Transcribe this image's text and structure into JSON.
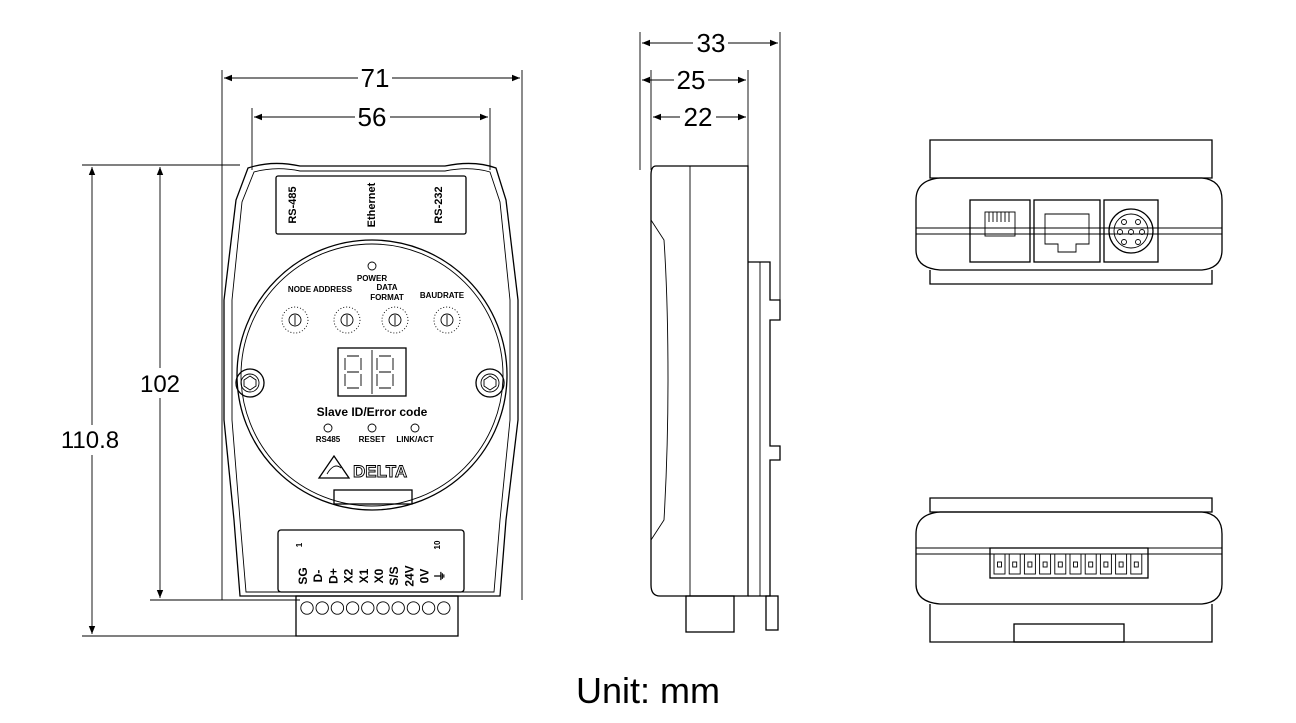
{
  "dimensions": {
    "front_width_outer": "71",
    "front_width_inner": "56",
    "height_body": "102",
    "height_total": "110.8",
    "side_depth_total": "33",
    "side_depth_mid": "25",
    "side_depth_inner": "22"
  },
  "front_panel": {
    "ports": [
      "RS-485",
      "Ethernet",
      "RS-232"
    ],
    "power_label": "POWER",
    "switch_labels": {
      "node_address": "NODE  ADDRESS",
      "data_format": "DATA\nFORMAT",
      "data_format_line1": "DATA",
      "data_format_line2": "FORMAT",
      "baudrate": "BAUDRATE"
    },
    "display_caption": "Slave  ID/Error  code",
    "led_labels": [
      "RS485",
      "RESET",
      "LINK/ACT"
    ],
    "brand": "DELTA",
    "terminal_numbers": [
      "1",
      "10"
    ],
    "terminal_labels": [
      "SG",
      "D-",
      "D+",
      "X2",
      "X1",
      "X0",
      "S/S",
      "24V",
      "0V",
      "⏚"
    ]
  },
  "footer": {
    "unit": "Unit: mm"
  }
}
